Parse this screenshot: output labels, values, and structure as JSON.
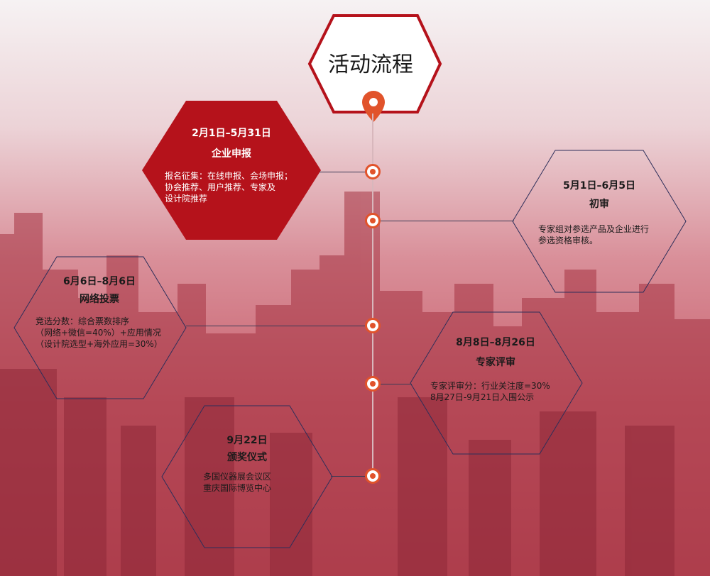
{
  "title": "活动流程",
  "colors": {
    "accent": "#e1532b",
    "hex_fill": "#b5121b",
    "hex_border": "#2d2e5a"
  },
  "steps": [
    {
      "date": "2月1日–5月31日",
      "label": "企业申报",
      "desc": [
        "报名征集：在线申报、会场申报；",
        "协会推荐、用户推荐、专家及",
        "设计院推荐"
      ]
    },
    {
      "date": "5月1日–6月5日",
      "label": "初审",
      "desc": [
        "专家组对参选产品及企业进行",
        "参选资格审核。"
      ]
    },
    {
      "date": "6月6日–8月6日",
      "label": "网络投票",
      "desc": [
        "竞选分数：综合票数排序",
        "（网络+微信=40%）+应用情况",
        "（设计院选型+海外应用=30%）"
      ]
    },
    {
      "date": "8月8日–8月26日",
      "label": "专家评审",
      "desc": [
        "专家评审分：行业关注度=30%",
        "8月27日-9月21日入围公示"
      ]
    },
    {
      "date": "9月22日",
      "label": "颁奖仪式",
      "desc": [
        "多国仪器展会议区",
        "重庆国际博览中心"
      ]
    }
  ]
}
